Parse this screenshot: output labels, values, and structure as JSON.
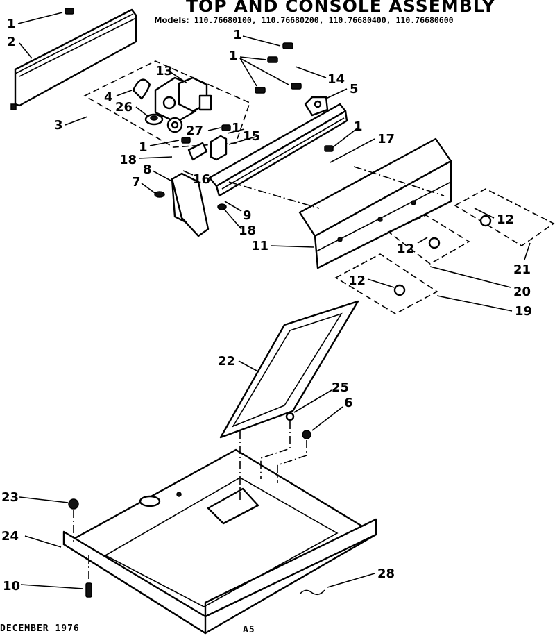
{
  "header": {
    "title": "TOP AND CONSOLE ASSEMBLY",
    "models_label": "Models:",
    "models": "110.76680100, 110.76680200, 110.76680400, 110.76680600"
  },
  "footer": {
    "date": "DECEMBER 1976",
    "page_code": "A5"
  },
  "callouts": {
    "c1a": "1",
    "c2": "2",
    "c1b": "1",
    "c1c": "1",
    "c14": "14",
    "c5": "5",
    "c13": "13",
    "c4": "4",
    "c26": "26",
    "c3": "3",
    "c27": "27",
    "c1d": "1",
    "c15": "15",
    "c1e": "1",
    "c17": "17",
    "c1f": "1",
    "c18a": "18",
    "c8": "8",
    "c16": "16",
    "c7": "7",
    "c9": "9",
    "c18b": "18",
    "c11": "11",
    "c12a": "12",
    "c12b": "12",
    "c12c": "12",
    "c21": "21",
    "c20": "20",
    "c19": "19",
    "c22": "22",
    "c25": "25",
    "c6": "6",
    "c23": "23",
    "c24": "24",
    "c10": "10",
    "c28": "28"
  }
}
